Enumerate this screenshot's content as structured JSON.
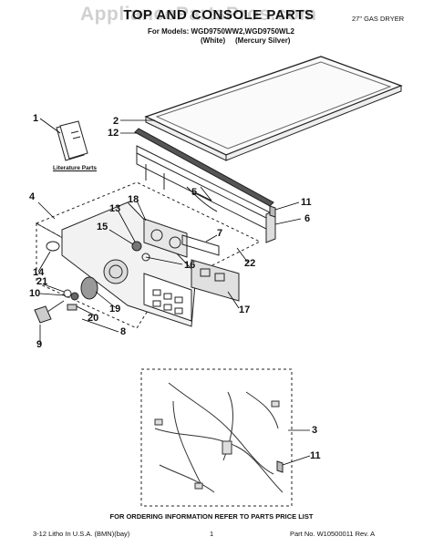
{
  "header": {
    "watermark": "AppliancePartsPros.com",
    "title": "TOP AND CONSOLE PARTS",
    "product": "27\" GAS DRYER",
    "models": "For Models: WGD9750WW2,WGD9750WL2",
    "color_white": "(White)",
    "color_silver": "(Mercury Silver)"
  },
  "literature_label": "Literature Parts",
  "callouts": [
    "1",
    "2",
    "12",
    "5",
    "11",
    "6",
    "4",
    "18",
    "13",
    "15",
    "7",
    "16",
    "22",
    "14",
    "21",
    "10",
    "20",
    "19",
    "17",
    "8",
    "9",
    "3",
    "11"
  ],
  "footer": {
    "ordering_note": "FOR ORDERING INFORMATION REFER TO PARTS PRICE LIST",
    "left": "3-12 Litho In U.S.A. (BMN)(bay)",
    "page": "1",
    "part_no": "Part No. W10500011 Rev. A"
  }
}
